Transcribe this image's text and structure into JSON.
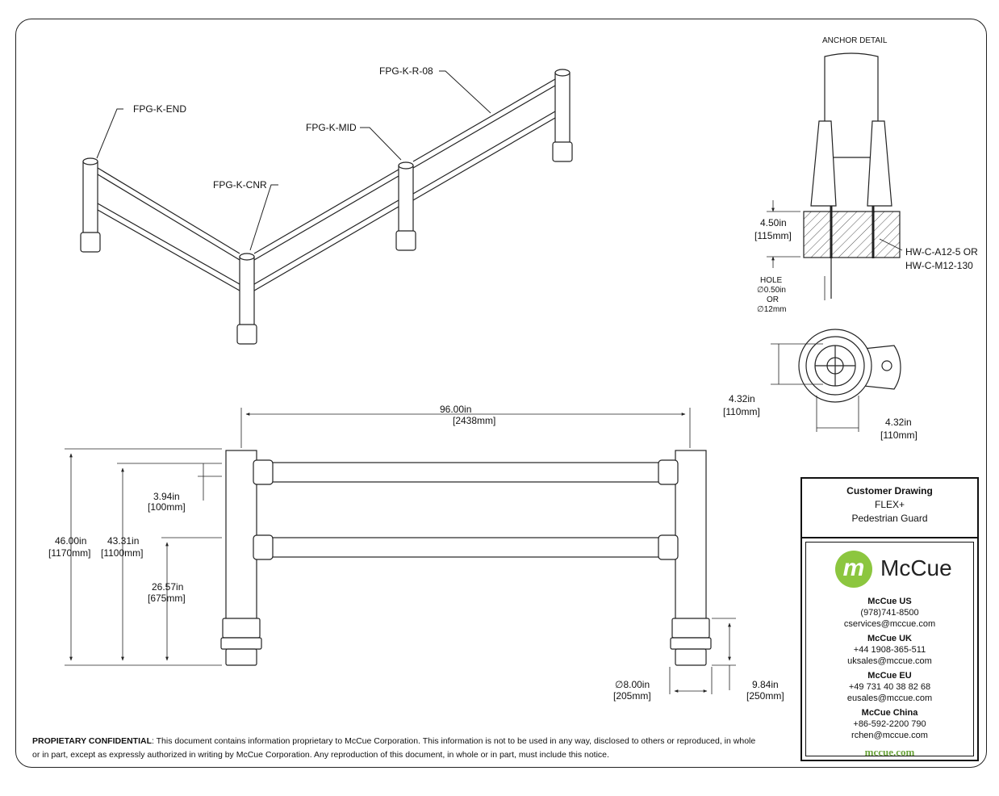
{
  "labels": {
    "end": "FPG-K-END",
    "cnr": "FPG-K-CNR",
    "mid": "FPG-K-MID",
    "rail": "FPG-K-R-08",
    "anchor_detail": "ANCHOR DETAIL",
    "bolt_1": "HW-C-A12-5 OR",
    "bolt_2": "HW-C-M12-130",
    "hole_1": "HOLE",
    "hole_2": "∅0.50in",
    "hole_3": "OR",
    "hole_4": "∅12mm"
  },
  "dimensions": {
    "embed_in": "4.50in",
    "embed_mm": "[115mm]",
    "base_h_in": "4.32in",
    "base_h_mm": "[110mm]",
    "base_w_in": "4.32in",
    "base_w_mm": "[110mm]",
    "span_in": "96.00in",
    "span_mm": "[2438mm]",
    "top_in": "3.94in",
    "top_mm": "[100mm]",
    "total_in": "46.00in",
    "total_mm": "[1170mm]",
    "toprail_in": "43.31in",
    "toprail_mm": "[1100mm]",
    "midrail_in": "26.57in",
    "midrail_mm": "[675mm]",
    "foot_dia_in": "∅8.00in",
    "foot_dia_mm": "[205mm]",
    "foot_h_in": "9.84in",
    "foot_h_mm": "[250mm]"
  },
  "title_block": {
    "heading": "Customer Drawing",
    "product": "FLEX+",
    "description": "Pedestrian Guard",
    "logo_letter": "m",
    "logo_text": "McCue",
    "offices": [
      {
        "name": "McCue US",
        "phone": "(978)741-8500",
        "email": "cservices@mccue.com"
      },
      {
        "name": "McCue UK",
        "phone": "+44 1908-365-511",
        "email": "uksales@mccue.com"
      },
      {
        "name": "McCue EU",
        "phone": "+49 731 40 38 82 68",
        "email": "eusales@mccue.com"
      },
      {
        "name": "McCue China",
        "phone": "+86-592-2200 790",
        "email": "rchen@mccue.com"
      }
    ],
    "website": "mccue.com"
  },
  "legal": {
    "bold": "PROPIETARY CONFIDENTIAL",
    "text": ": This document contains information proprietary to McCue Corporation. This information is not to be used in any way, disclosed to others or reproduced, in whole or in part, except as expressly authorized in writing by McCue Corporation. Any reproduction of this document, in whole or in part, must include this notice."
  },
  "colors": {
    "line": "#222222",
    "brand_green": "#8cc63f"
  }
}
